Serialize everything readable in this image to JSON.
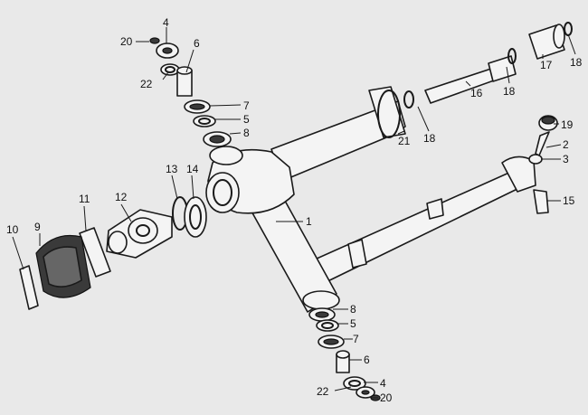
{
  "callouts": [
    {
      "label": "1"
    },
    {
      "label": "2"
    },
    {
      "label": "3"
    },
    {
      "label": "4"
    },
    {
      "label": "4"
    },
    {
      "label": "5"
    },
    {
      "label": "5"
    },
    {
      "label": "6"
    },
    {
      "label": "6"
    },
    {
      "label": "7"
    },
    {
      "label": "7"
    },
    {
      "label": "8"
    },
    {
      "label": "8"
    },
    {
      "label": "9"
    },
    {
      "label": "10"
    },
    {
      "label": "11"
    },
    {
      "label": "12"
    },
    {
      "label": "13"
    },
    {
      "label": "14"
    },
    {
      "label": "15"
    },
    {
      "label": "16"
    },
    {
      "label": "17"
    },
    {
      "label": "18"
    },
    {
      "label": "18"
    },
    {
      "label": "18"
    },
    {
      "label": "19"
    },
    {
      "label": "20"
    },
    {
      "label": "20"
    },
    {
      "label": "21"
    },
    {
      "label": "22"
    },
    {
      "label": "22"
    }
  ]
}
